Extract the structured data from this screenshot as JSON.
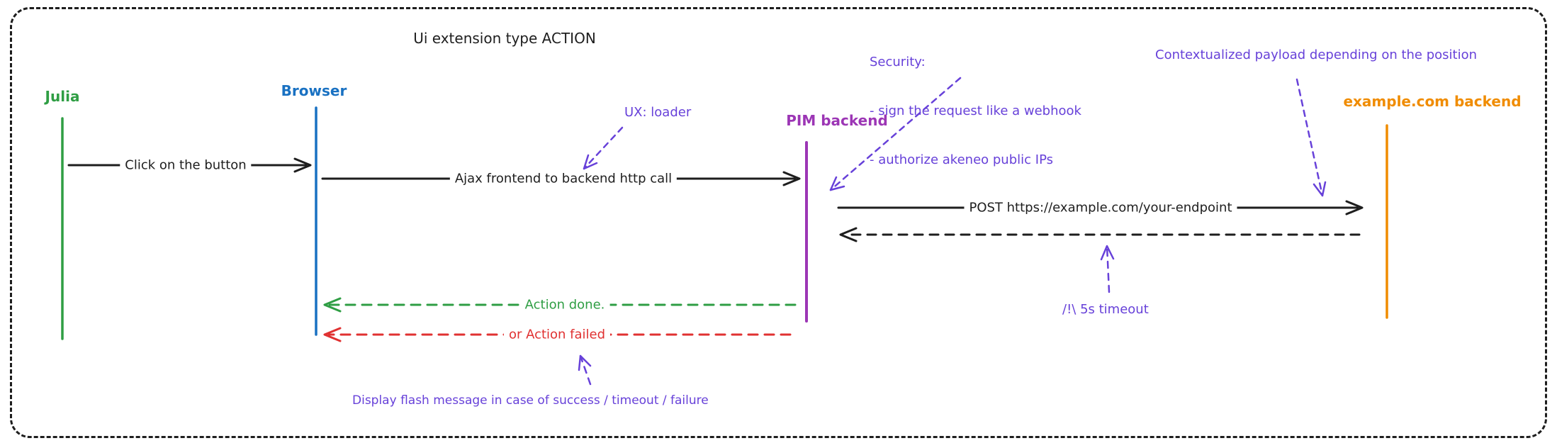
{
  "title": "Ui extension type ACTION",
  "actors": {
    "julia": {
      "label": "Julia",
      "color": "#2f9e44"
    },
    "browser": {
      "label": "Browser",
      "color": "#1971c2"
    },
    "pim": {
      "label": "PIM backend",
      "color": "#9c36b5"
    },
    "example": {
      "label": "example.com backend",
      "color": "#f08c00"
    }
  },
  "messages": {
    "click": {
      "label": "Click on the button",
      "from": "Julia",
      "to": "Browser",
      "style": "solid",
      "color": "#1e1e1e"
    },
    "ajax": {
      "label": "Ajax frontend to backend http call",
      "from": "Browser",
      "to": "PIM backend",
      "style": "solid",
      "color": "#1e1e1e"
    },
    "post": {
      "label": "POST https://example.com/your-endpoint",
      "from": "PIM backend",
      "to": "example.com backend",
      "style": "solid",
      "color": "#1e1e1e"
    },
    "return": {
      "label": "",
      "from": "example.com backend",
      "to": "PIM backend",
      "style": "dashed",
      "color": "#1e1e1e"
    },
    "done": {
      "label": "Action done.",
      "from": "PIM backend",
      "to": "Browser",
      "style": "dashed",
      "color": "#2f9e44"
    },
    "failed": {
      "label": "or Action failed",
      "from": "PIM backend",
      "to": "Browser",
      "style": "dashed",
      "color": "#e03131"
    }
  },
  "annotations": {
    "ux": {
      "text": "UX: loader"
    },
    "security": {
      "title": "Security:",
      "item1": "- sign the request like a webhook",
      "item2": "- authorize akeneo public IPs"
    },
    "payload": {
      "text": "Contextualized payload depending on the position"
    },
    "timeout": {
      "text": "/!\\ 5s timeout"
    },
    "flash": {
      "text": "Display flash message in case of success / timeout / failure"
    }
  },
  "colors": {
    "ink": "#1e1e1e",
    "annotation": "#6741d9",
    "success": "#2f9e44",
    "failure": "#e03131",
    "julia": "#2f9e44",
    "browser": "#1971c2",
    "pim": "#9c36b5",
    "example": "#f08c00"
  }
}
